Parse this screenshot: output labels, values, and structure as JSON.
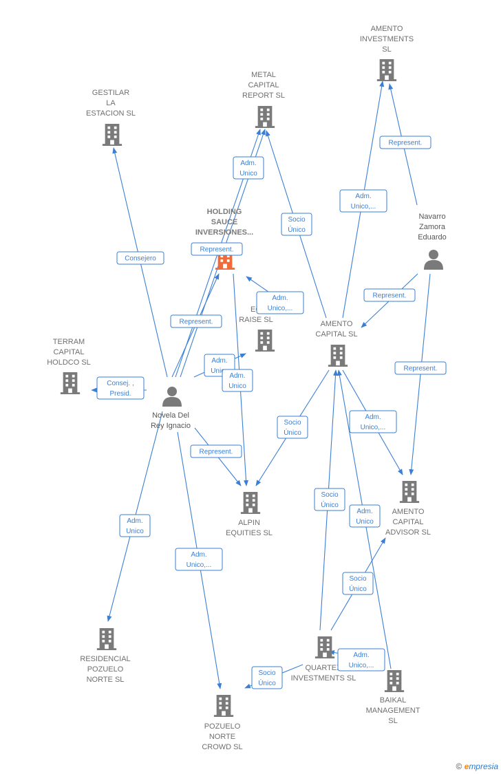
{
  "colors": {
    "edge": "#3a7fd5",
    "node": "#7a7a7a",
    "highlight_node": "#f06a3a",
    "brand_e": "#f08a1c",
    "brand_text": "#2f7ac6"
  },
  "nodes": [
    {
      "id": "amento_investments",
      "type": "company",
      "lines": [
        "AMENTO",
        "INVESTMENTS",
        "SL"
      ]
    },
    {
      "id": "metal_capital",
      "type": "company",
      "lines": [
        "METAL",
        "CAPITAL",
        "REPORT  SL"
      ]
    },
    {
      "id": "gestilar",
      "type": "company",
      "lines": [
        "GESTILAR",
        "LA",
        "ESTACION  SL"
      ]
    },
    {
      "id": "holding_sauce",
      "type": "company",
      "highlight": true,
      "lines": [
        "HOLDING",
        "SAUCE",
        "INVERSIONES..."
      ]
    },
    {
      "id": "navarro",
      "type": "person",
      "lines": [
        "Navarro",
        "Zamora",
        "Eduardo"
      ]
    },
    {
      "id": "eq_raise",
      "type": "company",
      "lines": [
        "EQ",
        "RAISE  SL"
      ]
    },
    {
      "id": "amento_capital",
      "type": "company",
      "lines": [
        "AMENTO",
        "CAPITAL  SL"
      ]
    },
    {
      "id": "terram",
      "type": "company",
      "lines": [
        "TERRAM",
        "CAPITAL",
        "HOLDCO  SL"
      ]
    },
    {
      "id": "novela",
      "type": "person",
      "lines": [
        "Novela Del",
        "Rey Ignacio"
      ]
    },
    {
      "id": "alpin",
      "type": "company",
      "lines": [
        "ALPIN",
        "EQUITIES  SL"
      ]
    },
    {
      "id": "amento_advisor",
      "type": "company",
      "lines": [
        "AMENTO",
        "CAPITAL",
        "ADVISOR  SL"
      ]
    },
    {
      "id": "residencial",
      "type": "company",
      "lines": [
        "RESIDENCIAL",
        "POZUELO",
        "NORTE  SL"
      ]
    },
    {
      "id": "quartex",
      "type": "company",
      "lines": [
        "QUARTEX",
        "INVESTMENTS SL"
      ]
    },
    {
      "id": "baikal",
      "type": "company",
      "lines": [
        "BAIKAL",
        "MANAGEMENT",
        "SL"
      ]
    },
    {
      "id": "pozuelo_crowd",
      "type": "company",
      "lines": [
        "POZUELO",
        "NORTE",
        "CROWD  SL"
      ]
    }
  ],
  "edge_labels": [
    {
      "id": "e_consejero",
      "lines": [
        "Consejero"
      ]
    },
    {
      "id": "e_adm_unico_metal",
      "lines": [
        "Adm.",
        "Unico"
      ]
    },
    {
      "id": "e_represent_holding_top",
      "lines": [
        "Represent."
      ]
    },
    {
      "id": "e_represent_holding",
      "lines": [
        "Represent."
      ]
    },
    {
      "id": "e_socio_unico_metal",
      "lines": [
        "Socio",
        "Único"
      ]
    },
    {
      "id": "e_adm_unico_amento_inv",
      "lines": [
        "Adm.",
        "Unico,..."
      ]
    },
    {
      "id": "e_represent_amento_inv",
      "lines": [
        "Represent."
      ]
    },
    {
      "id": "e_represent_navarro_capital",
      "lines": [
        "Represent."
      ]
    },
    {
      "id": "e_adm_unico_holding",
      "lines": [
        "Adm.",
        "Unico,..."
      ]
    },
    {
      "id": "e_represent_navarro_advisor",
      "lines": [
        "Represent."
      ]
    },
    {
      "id": "e_consej_presid",
      "lines": [
        "Consej. ,",
        "Presid."
      ]
    },
    {
      "id": "e_adm_unico_eq",
      "lines": [
        "Adm.",
        "Unico"
      ]
    },
    {
      "id": "e_adm_unico_alpin",
      "lines": [
        "Adm.",
        "Unico"
      ]
    },
    {
      "id": "e_socio_unico_alpin",
      "lines": [
        "Socio",
        "Único"
      ]
    },
    {
      "id": "e_adm_unico_advisor",
      "lines": [
        "Adm.",
        "Unico,..."
      ]
    },
    {
      "id": "e_represent_alpin",
      "lines": [
        "Represent."
      ]
    },
    {
      "id": "e_adm_unico_residencial",
      "lines": [
        "Adm.",
        "Unico"
      ]
    },
    {
      "id": "e_adm_unico_pozuelo",
      "lines": [
        "Adm.",
        "Unico,..."
      ]
    },
    {
      "id": "e_socio_unico_quartex_capital",
      "lines": [
        "Socio",
        "Único"
      ]
    },
    {
      "id": "e_adm_unico_baikal_capital",
      "lines": [
        "Adm.",
        "Unico"
      ]
    },
    {
      "id": "e_socio_unico_quartex_advisor",
      "lines": [
        "Socio",
        "Único"
      ]
    },
    {
      "id": "e_adm_unico_quartex",
      "lines": [
        "Adm.",
        "Unico,..."
      ]
    },
    {
      "id": "e_socio_unico_crowd",
      "lines": [
        "Socio",
        "Único"
      ]
    }
  ],
  "brand": {
    "copyright": "©",
    "e": "e",
    "rest": "mpresia"
  }
}
